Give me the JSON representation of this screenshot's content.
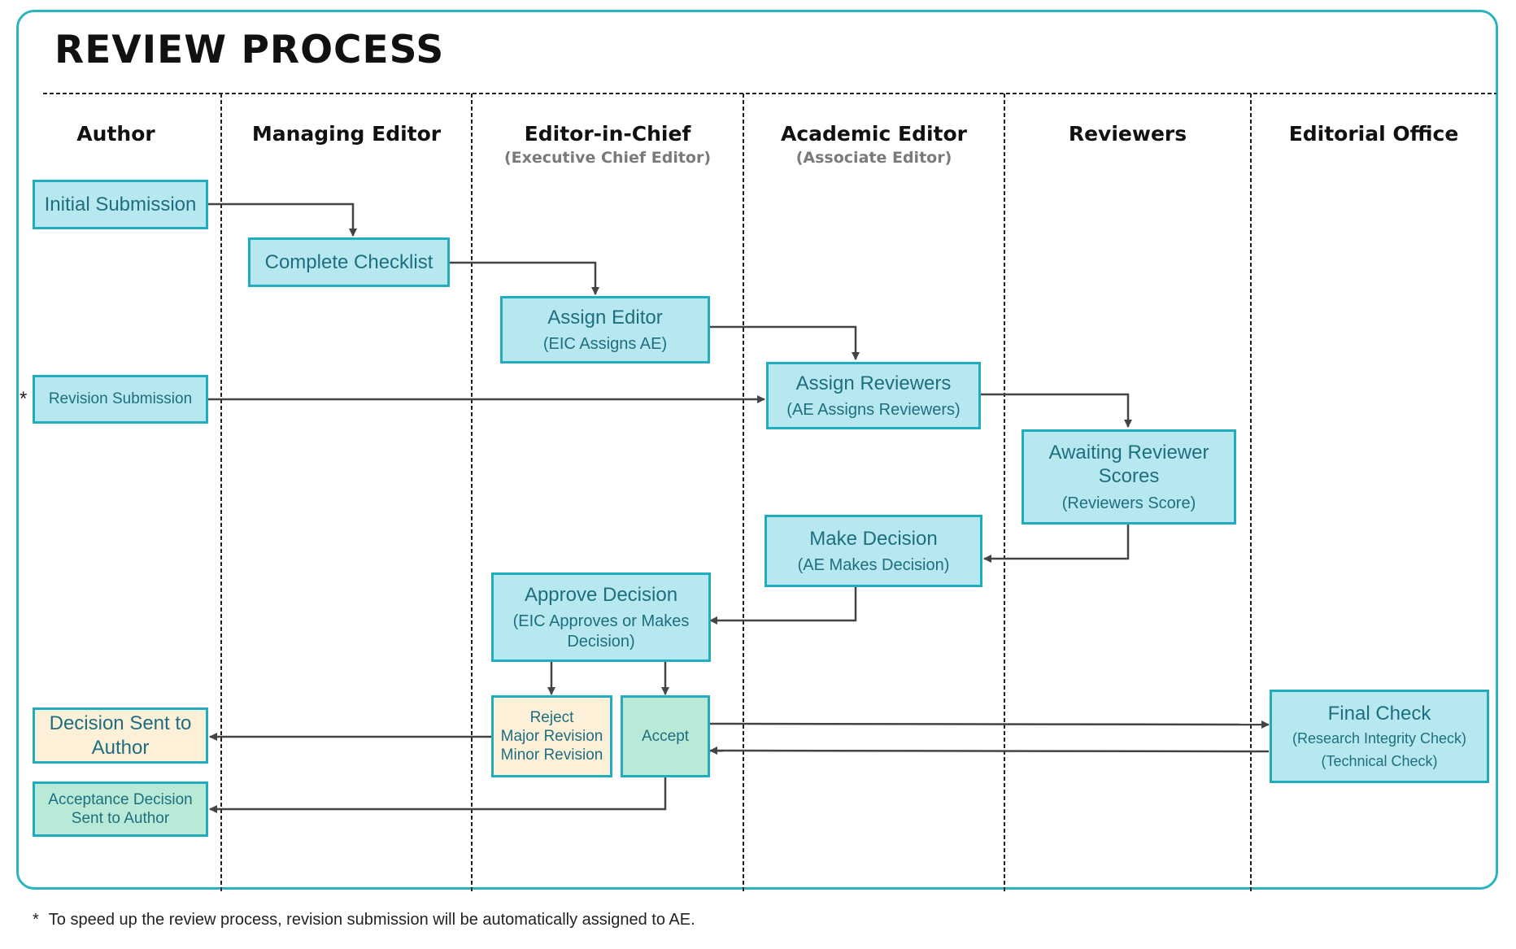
{
  "title": "REVIEW PROCESS",
  "lanes": [
    {
      "name": "Author",
      "subtitle": ""
    },
    {
      "name": "Managing Editor",
      "subtitle": ""
    },
    {
      "name": "Editor-in-Chief",
      "subtitle": "(Executive Chief Editor)"
    },
    {
      "name": "Academic Editor",
      "subtitle": "(Associate Editor)"
    },
    {
      "name": "Reviewers",
      "subtitle": ""
    },
    {
      "name": "Editorial Office",
      "subtitle": ""
    }
  ],
  "nodes": {
    "initial_submission": {
      "title": "Initial Submission"
    },
    "complete_checklist": {
      "title": "Complete Checklist"
    },
    "assign_editor": {
      "title": "Assign Editor",
      "sub": "(EIC Assigns AE)"
    },
    "revision_submission": {
      "title": "Revision Submission"
    },
    "assign_reviewers": {
      "title": "Assign Reviewers",
      "sub": "(AE Assigns Reviewers)"
    },
    "awaiting_scores": {
      "title": "Awaiting Reviewer Scores",
      "sub": "(Reviewers Score)"
    },
    "make_decision": {
      "title": "Make Decision",
      "sub": "(AE Makes Decision)"
    },
    "approve_decision": {
      "title": "Approve Decision",
      "sub": "(EIC Approves or Makes Decision)"
    },
    "reject": {
      "line1": "Reject",
      "line2": "Major Revision",
      "line3": "Minor Revision"
    },
    "accept": {
      "title": "Accept"
    },
    "final_check": {
      "title": "Final Check",
      "sub1": "(Research Integrity Check)",
      "sub2": "(Technical Check)"
    },
    "decision_sent": {
      "title": "Decision Sent to Author"
    },
    "acceptance_sent": {
      "title": "Acceptance Decision Sent to Author"
    }
  },
  "asterisk": "*",
  "footnote": "To speed up the review process, revision submission will be automatically assigned to AE.",
  "colors": {
    "frame": "#2bb3c0",
    "node_fill": "#b8e8ef",
    "node_border": "#22adbf",
    "node_text": "#1d6f80",
    "reject_fill": "#fdf0d9",
    "accept_fill": "#b9ead8",
    "arrow": "#444444"
  }
}
